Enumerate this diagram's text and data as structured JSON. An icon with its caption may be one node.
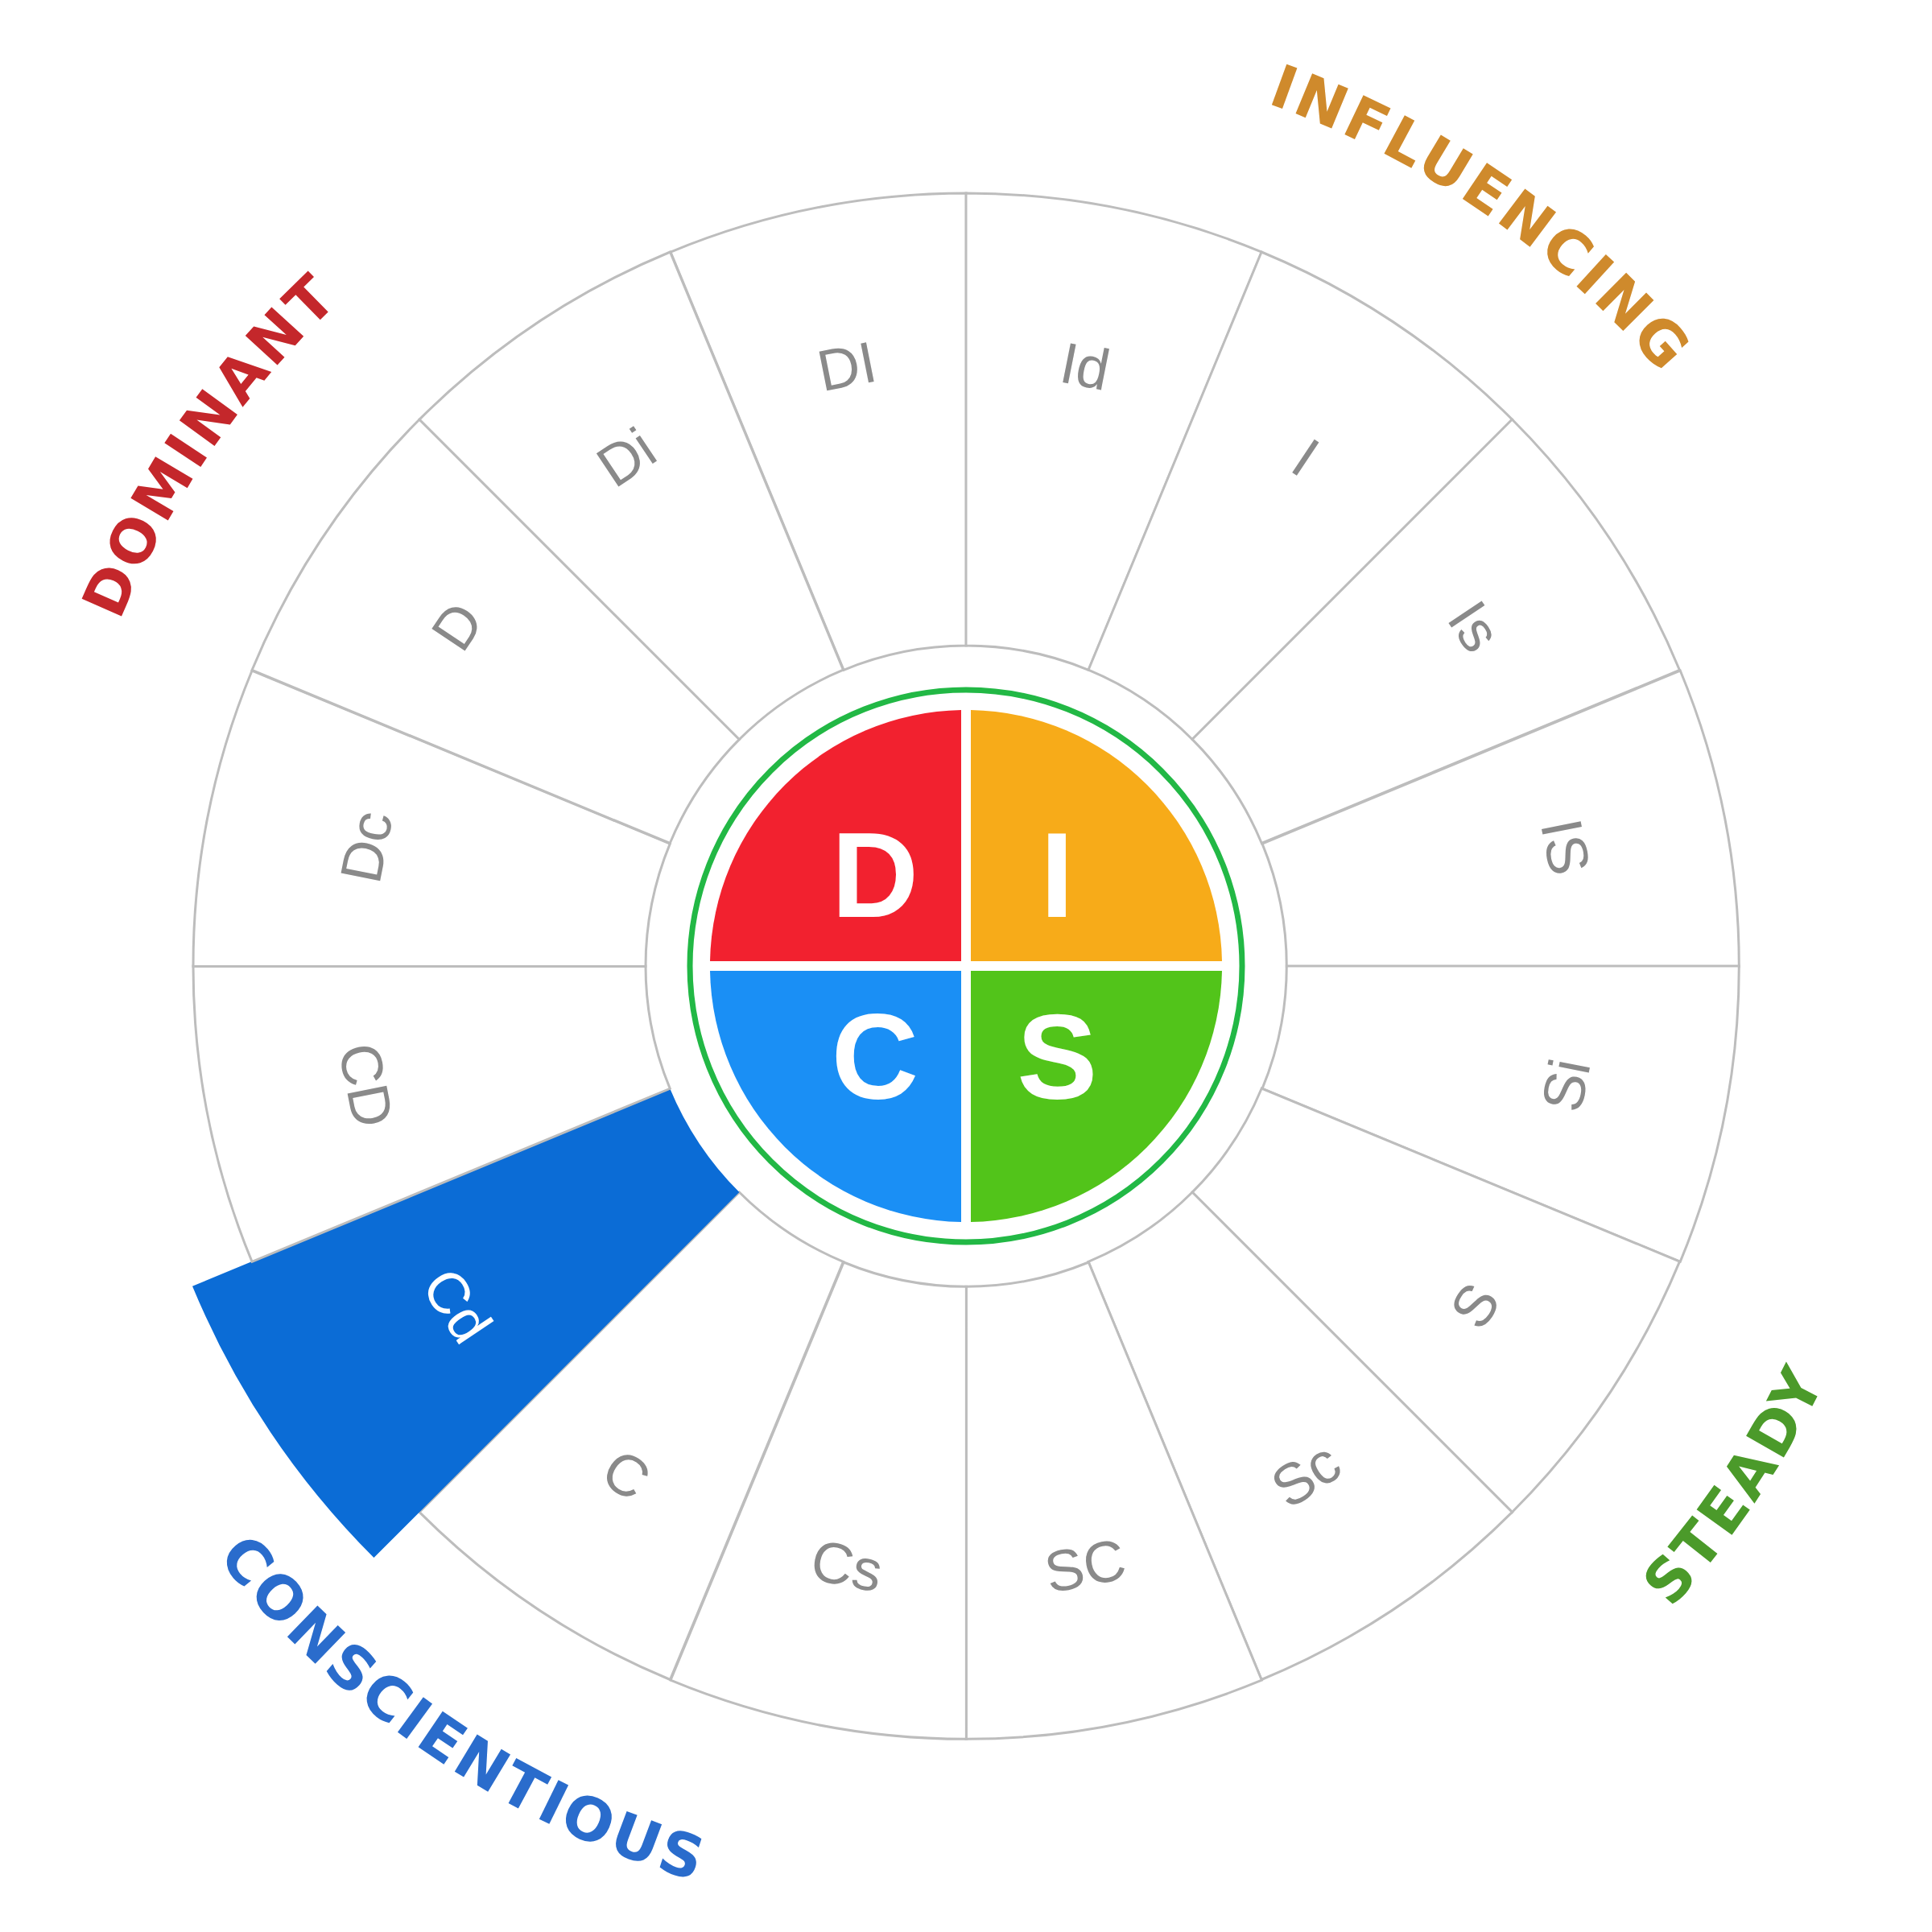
{
  "diagram": {
    "nodes": [
      {
        "text": [
          "DI"
        ]
      },
      {
        "text": [
          "Id"
        ]
      },
      {
        "text": [
          "I"
        ]
      },
      {
        "text": [
          "Is"
        ]
      },
      {
        "text": [
          "IS"
        ]
      },
      {
        "text": [
          "Si"
        ]
      },
      {
        "text": [
          "S"
        ]
      },
      {
        "text": [
          "Sc"
        ]
      },
      {
        "text": [
          "SC"
        ]
      },
      {
        "text": [
          "Cs"
        ]
      },
      {
        "text": [
          "C"
        ]
      },
      {
        "text": [
          "Cd"
        ]
      },
      {
        "text": [
          "CD"
        ]
      },
      {
        "text": [
          "Dc"
        ]
      },
      {
        "text": [
          "D"
        ]
      },
      {
        "text": [
          "Di"
        ]
      },
      {
        "text": [
          "D"
        ]
      },
      {
        "text": [
          "I"
        ]
      },
      {
        "text": [
          "C"
        ]
      },
      {
        "text": [
          "S"
        ]
      }
    ],
    "labels": [
      "INFLUENCING",
      "DOMINANT",
      "STEADY",
      "CONSCIENTIOUS"
    ]
  }
}
